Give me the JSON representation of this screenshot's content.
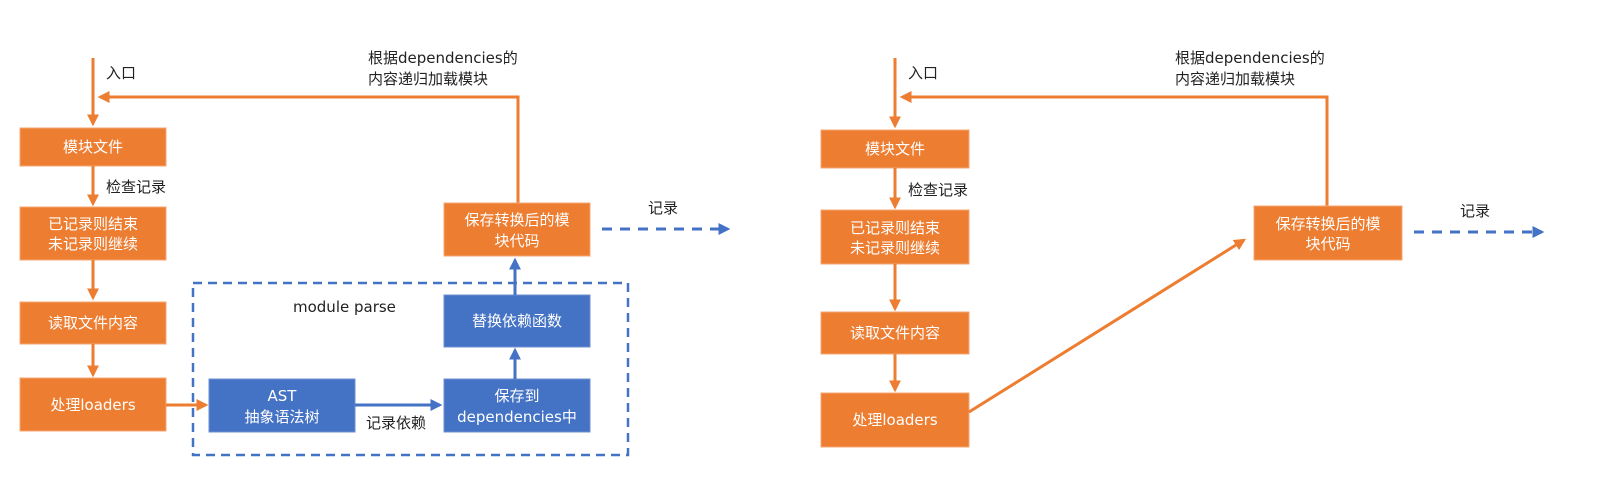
{
  "colors": {
    "orange": "#ED7D31",
    "blue": "#4472C4",
    "text_dark": "#222222",
    "text_light": "#ffffff"
  },
  "left_diagram": {
    "entry_label": "入口",
    "recursion_label": [
      "根据dependencies的",
      "内容递归加载模块"
    ],
    "check_label": "检查记录",
    "record_label": "记录",
    "record_deps_label": "记录依赖",
    "module_parse_label": "module parse",
    "nodes": {
      "module_file": [
        "模块文件"
      ],
      "recorded_check": [
        "已记录则结束",
        "未记录则继续"
      ],
      "read_content": [
        "读取文件内容"
      ],
      "process_loaders": [
        "处理loaders"
      ],
      "ast": [
        "AST",
        "抽象语法树"
      ],
      "save_deps": [
        "保存到",
        "dependencies中"
      ],
      "replace_fn": [
        "替换依赖函数"
      ],
      "save_code": [
        "保存转换后的模",
        "块代码"
      ]
    }
  },
  "right_diagram": {
    "entry_label": "入口",
    "recursion_label": [
      "根据dependencies的",
      "内容递归加载模块"
    ],
    "check_label": "检查记录",
    "record_label": "记录",
    "nodes": {
      "module_file": [
        "模块文件"
      ],
      "recorded_check": [
        "已记录则结束",
        "未记录则继续"
      ],
      "read_content": [
        "读取文件内容"
      ],
      "process_loaders": [
        "处理loaders"
      ],
      "save_code": [
        "保存转换后的模",
        "块代码"
      ]
    }
  }
}
